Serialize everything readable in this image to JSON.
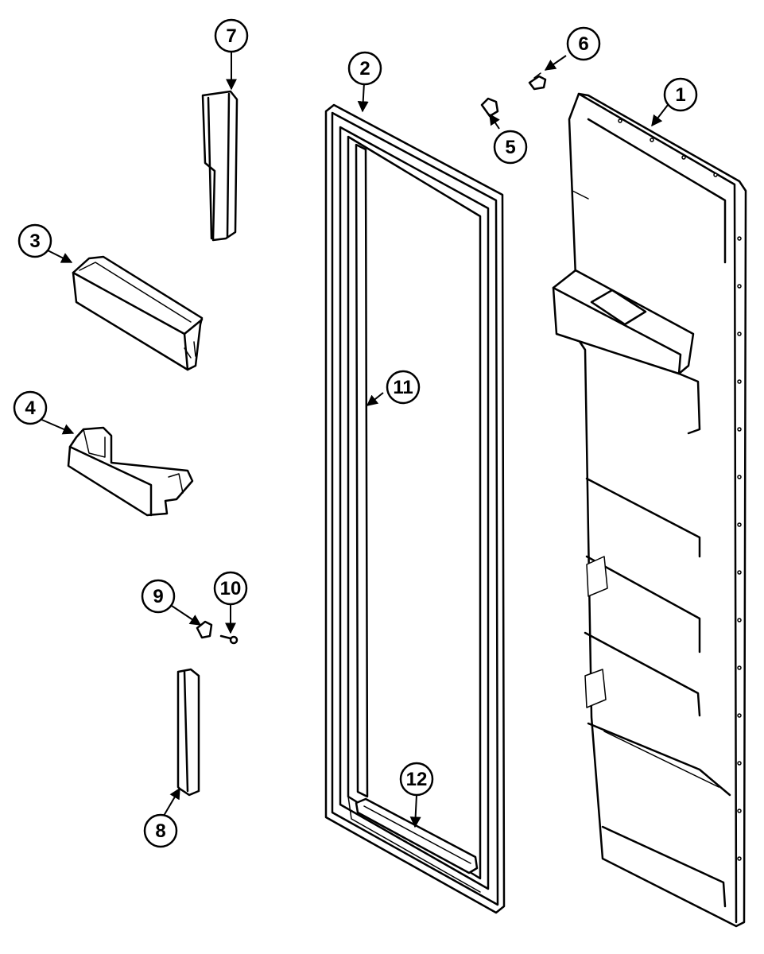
{
  "callouts": [
    {
      "id": "c1",
      "label": "1"
    },
    {
      "id": "c2",
      "label": "2"
    },
    {
      "id": "c3",
      "label": "3"
    },
    {
      "id": "c4",
      "label": "4"
    },
    {
      "id": "c5",
      "label": "5"
    },
    {
      "id": "c6",
      "label": "6"
    },
    {
      "id": "c7",
      "label": "7"
    },
    {
      "id": "c8",
      "label": "8"
    },
    {
      "id": "c9",
      "label": "9"
    },
    {
      "id": "c10",
      "label": "10"
    },
    {
      "id": "c11",
      "label": "11"
    },
    {
      "id": "c12",
      "label": "12"
    }
  ],
  "colors": {
    "line": "#000000",
    "fill": "#ffffff",
    "shade": "#e8e8e8"
  }
}
